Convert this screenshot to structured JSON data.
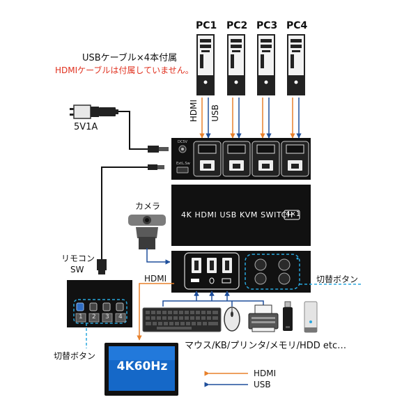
{
  "pcs": [
    {
      "label": "PC1"
    },
    {
      "label": "PC2"
    },
    {
      "label": "PC3"
    },
    {
      "label": "PC4"
    }
  ],
  "notes": {
    "usb_cable": "USBケーブル×4本付属",
    "hdmi_not_included": "HDMIケーブルは付属していません。"
  },
  "port_labels": {
    "hdmi": "HDMI",
    "usb": "USB"
  },
  "power": {
    "label": "5V1A",
    "dc_label": "DC5V",
    "remote_port_label": "ExtL.Sw"
  },
  "kvm": {
    "title": "4K HDMI USB KVM SWITCH",
    "title_badge": "4×1"
  },
  "camera": {
    "label": "カメラ"
  },
  "remote": {
    "label_line1": "リモコン",
    "label_line2": "SW",
    "buttons": [
      "1",
      "2",
      "3",
      "4"
    ],
    "switch_label": "切替ボタン"
  },
  "front": {
    "hdmi_label": "HDMI",
    "switch_label": "切替ボタン"
  },
  "monitor": {
    "text": "4K60Hz"
  },
  "peripherals": {
    "label": "マウス/KB/プリンタ/メモリ/HDD etc…"
  },
  "legend": {
    "hdmi": "HDMI",
    "usb": "USB"
  },
  "colors": {
    "hdmi_line": "#e8812c",
    "usb_line": "#1f4f9b",
    "dashed_highlight": "#29a7de",
    "warning_text": "#e0301e",
    "device_body": "#111111"
  }
}
